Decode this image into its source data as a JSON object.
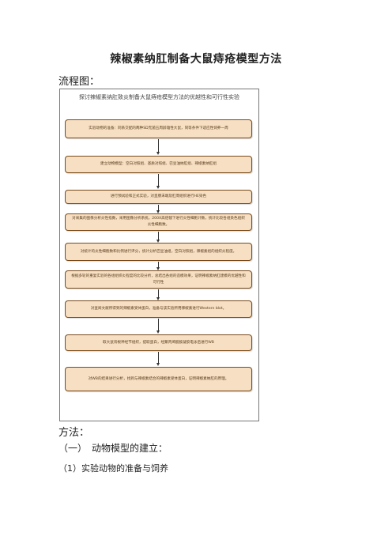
{
  "doc": {
    "title": "辣椒素纳肛制备大鼠痔疮模型方法",
    "flow_label": "流程图：",
    "flow_heading": "探讨辣椒素纳肛致炎制备大鼠痔疮模型方法的优越性和可行性实验",
    "steps": [
      "实验动物的准备：同系交配的两种SD无菌五周龄雄性大鼠，同等条件下适应性饲养一周",
      "建立动物模型：空白对照组、基质对照组、巴豆油纳肛组、辣椒素纳肛组",
      "进行预试验和正式实验，对直肠末端及肛周组织进行HE染色",
      "对采集的图像分析炎性指数，采用图像分析系统，200X高倍镜下进行炎性细胞计数，统计比较各组染色组织炎性细胞数。",
      "对统计的炎性细胞数和比例进行评分，统计分析巴豆油组，空白对照组，辣椒素组的组织炎程度。",
      "根据多轮的重复实验的各组组织炎程度的比较分析，总结出各组的造模效果，证明辣椒素纳肛建模的优越性和可行性",
      "对查阅文献所得到的辣椒素受体蛋白，准备与该实验所用辣椒素进行Western blot。",
      "取大鼠背根神经节组织，提取蛋白，经聚丙烯酰胺凝胶电泳后进行WB",
      "对WB的结果进行分析，找到与辣椒素结合的辣椒素受体蛋白，证明辣椒素纳肛的原理。"
    ],
    "method_label": "方法：",
    "sub_heading": "（一）　动物模型的建立：",
    "sub_sub_heading": "（1）实验动物的准备与饲养"
  }
}
